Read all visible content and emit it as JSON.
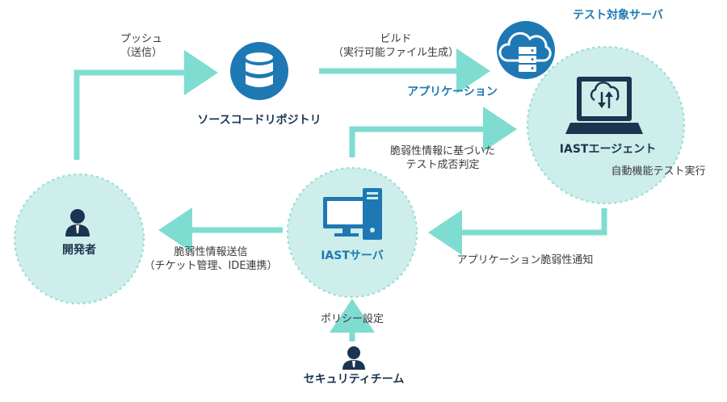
{
  "colors": {
    "arrow": "#7fdcd0",
    "circle_fill": "#cdeeea",
    "circle_dots": "#9ee0d8",
    "blue": "#1e78b4",
    "dark_navy": "#1b3550",
    "text": "#3a3a3a"
  },
  "nodes": {
    "repository": {
      "label": "ソースコードリポジトリ",
      "icon": "database-icon"
    },
    "test_server": {
      "title": "テスト対象サーバ",
      "app_label": "アプリケーション",
      "icon": "cloud-server-icon"
    },
    "iast_agent": {
      "label": "IASTエージェント",
      "sub_label": "自動機能テスト実行",
      "icon": "laptop-cloud-icon"
    },
    "developer": {
      "label": "開発者",
      "icon": "person-icon"
    },
    "iast_server": {
      "label": "IASTサーバ",
      "icon": "desktop-computer-icon"
    },
    "security_team": {
      "label": "セキュリティチーム",
      "icon": "person-icon"
    }
  },
  "edges": {
    "push": {
      "line1": "プッシュ",
      "line2": "（送信）"
    },
    "build": {
      "line1": "ビルド",
      "line2": "（実行可能ファイル生成）"
    },
    "judgement": {
      "line1": "脆弱性情報に基づいた",
      "line2": "テスト成否判定"
    },
    "vuln_notify": {
      "label": "アプリケーション脆弱性通知"
    },
    "vuln_send": {
      "line1": "脆弱性情報送信",
      "line2": "（チケット管理、IDE連携）"
    },
    "policy": {
      "label": "ポリシー設定"
    }
  }
}
